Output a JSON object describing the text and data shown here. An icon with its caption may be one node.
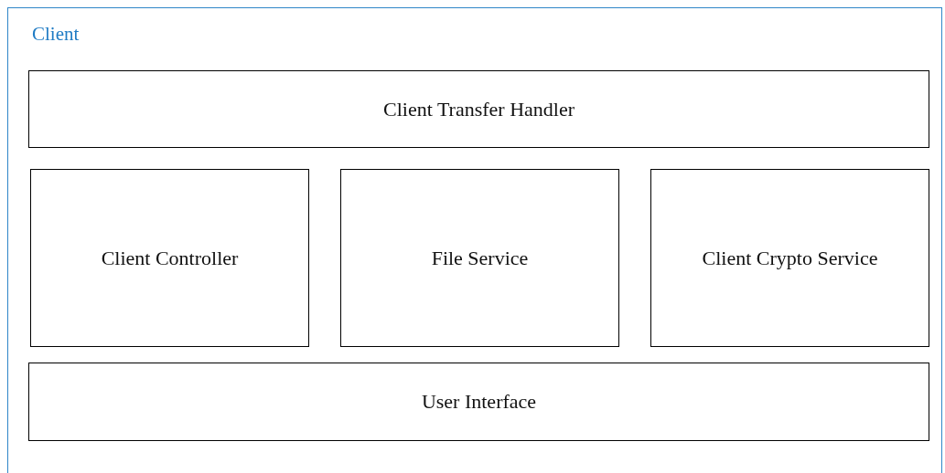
{
  "diagram": {
    "nodes": [
      {
        "text": [
          "Client"
        ]
      },
      {
        "text": [
          "Client Transfer Handler"
        ],
        "in": 0
      },
      {
        "text": [
          "Client Controller"
        ],
        "in": 0
      },
      {
        "text": [
          "File Service"
        ],
        "in": 0
      },
      {
        "text": [
          "Client Crypto Service"
        ],
        "in": 0
      },
      {
        "text": [
          "User Interface"
        ],
        "in": 0
      }
    ]
  }
}
